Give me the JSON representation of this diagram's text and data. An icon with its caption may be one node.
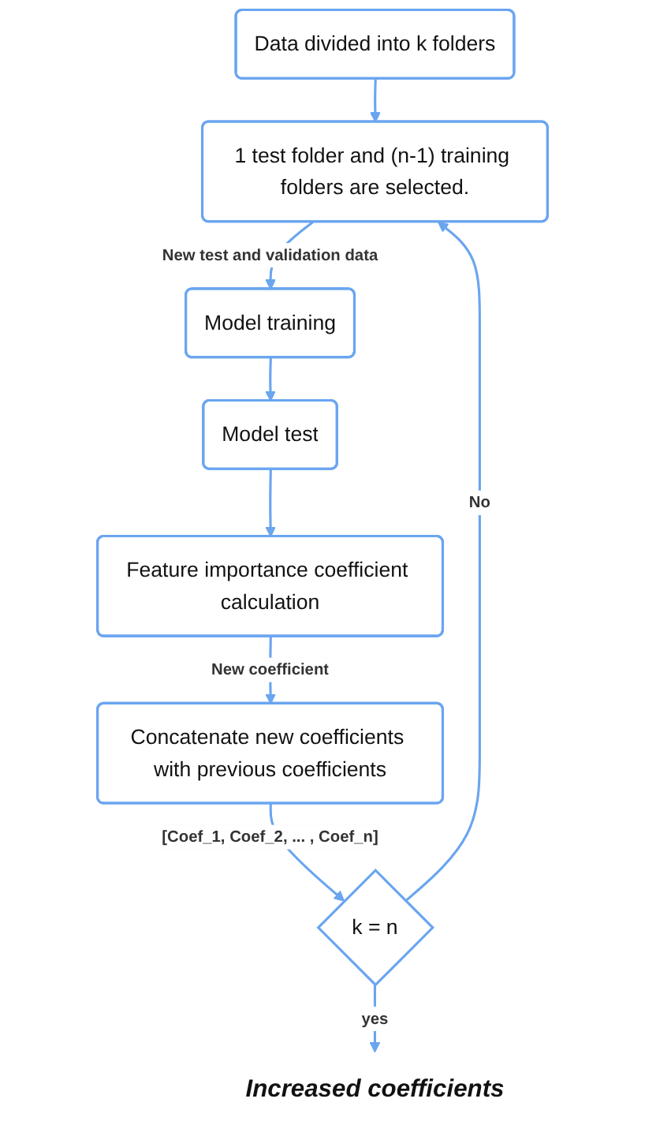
{
  "diagram": {
    "nodes": [
      {
        "text": [
          "Data divided into k folders"
        ]
      },
      {
        "text": [
          "1 test folder and (n-1) training folders are selected."
        ]
      },
      {
        "text": [
          "Model training"
        ]
      },
      {
        "text": [
          "Model test"
        ]
      },
      {
        "text": [
          "Feature importance coefficient calculation"
        ]
      },
      {
        "text": [
          "Concatenate new coefficients with previous coefficients"
        ]
      },
      {
        "text": [
          "k = n"
        ]
      },
      {
        "text": [
          "Increased coefficients"
        ]
      }
    ],
    "edges": [
      {
        "from": 0,
        "to": 1,
        "arrow": "to"
      },
      {
        "from": 1,
        "to": 2,
        "arrow": "to",
        "label": "New test and validation data"
      },
      {
        "from": 2,
        "to": 3,
        "arrow": "to"
      },
      {
        "from": 3,
        "to": 4,
        "arrow": "to"
      },
      {
        "from": 4,
        "to": 5,
        "arrow": "to",
        "label": "New coefficient"
      },
      {
        "from": 5,
        "to": 6,
        "arrow": "to",
        "label": "[Coef_1, Coef_2, ... , Coef_n]"
      },
      {
        "from": 6,
        "to": 7,
        "arrow": "to",
        "label": "yes"
      },
      {
        "from": 6,
        "to": 1,
        "arrow": "to",
        "label": "No"
      }
    ]
  }
}
